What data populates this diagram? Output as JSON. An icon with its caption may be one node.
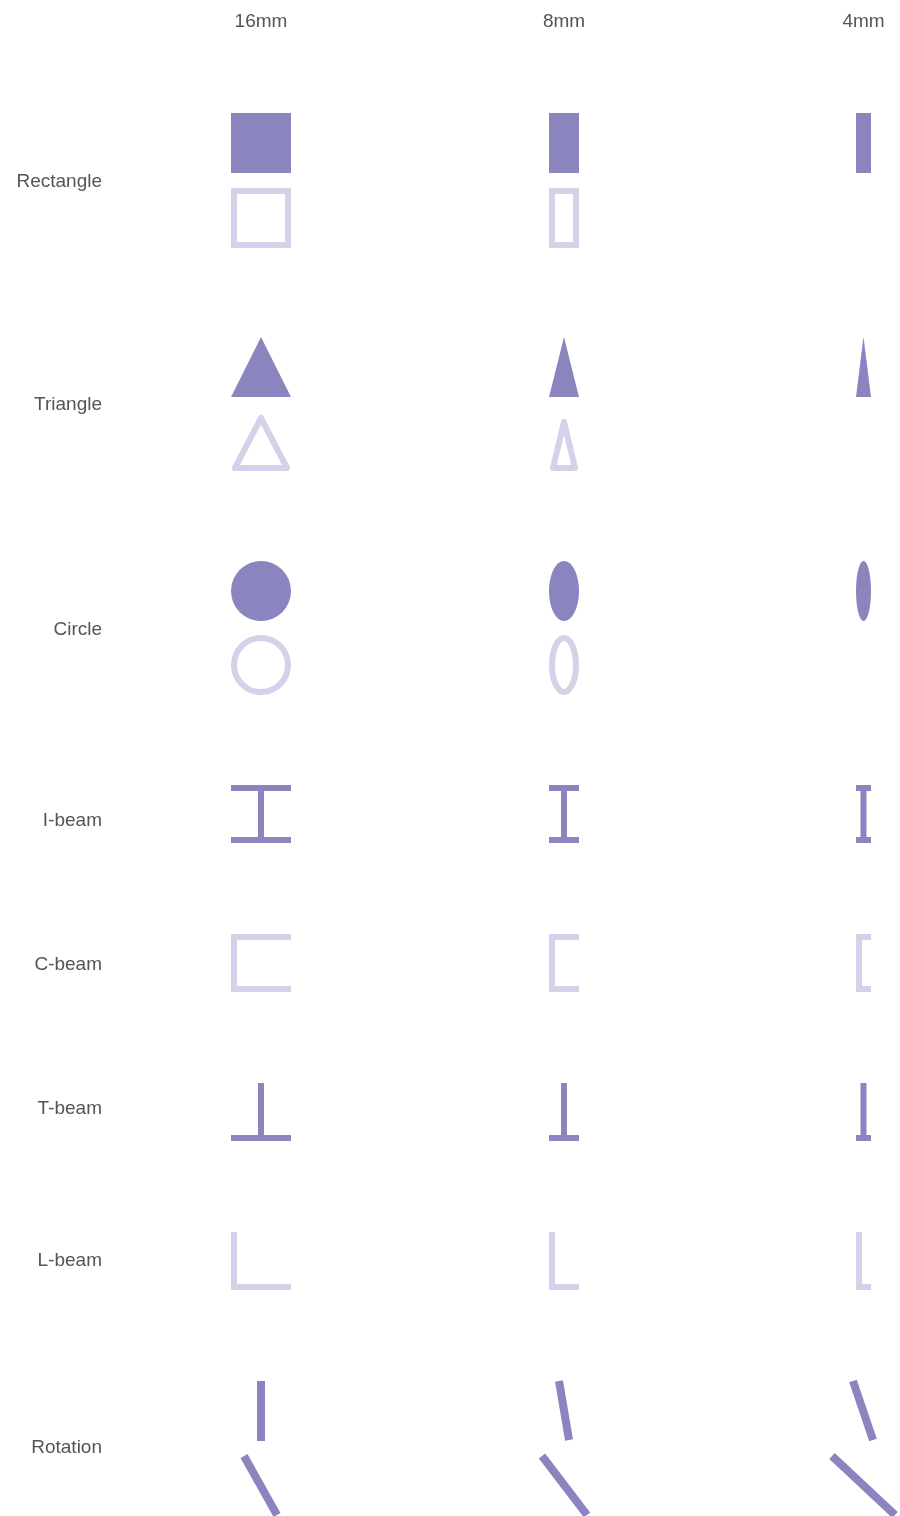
{
  "diagram": {
    "labels": [
      "16mm",
      "8mm",
      "4mm",
      "Rectangle",
      "Triangle",
      "Circle",
      "I-beam",
      "C-beam",
      "T-beam",
      "L-beam",
      "Rotation"
    ]
  }
}
